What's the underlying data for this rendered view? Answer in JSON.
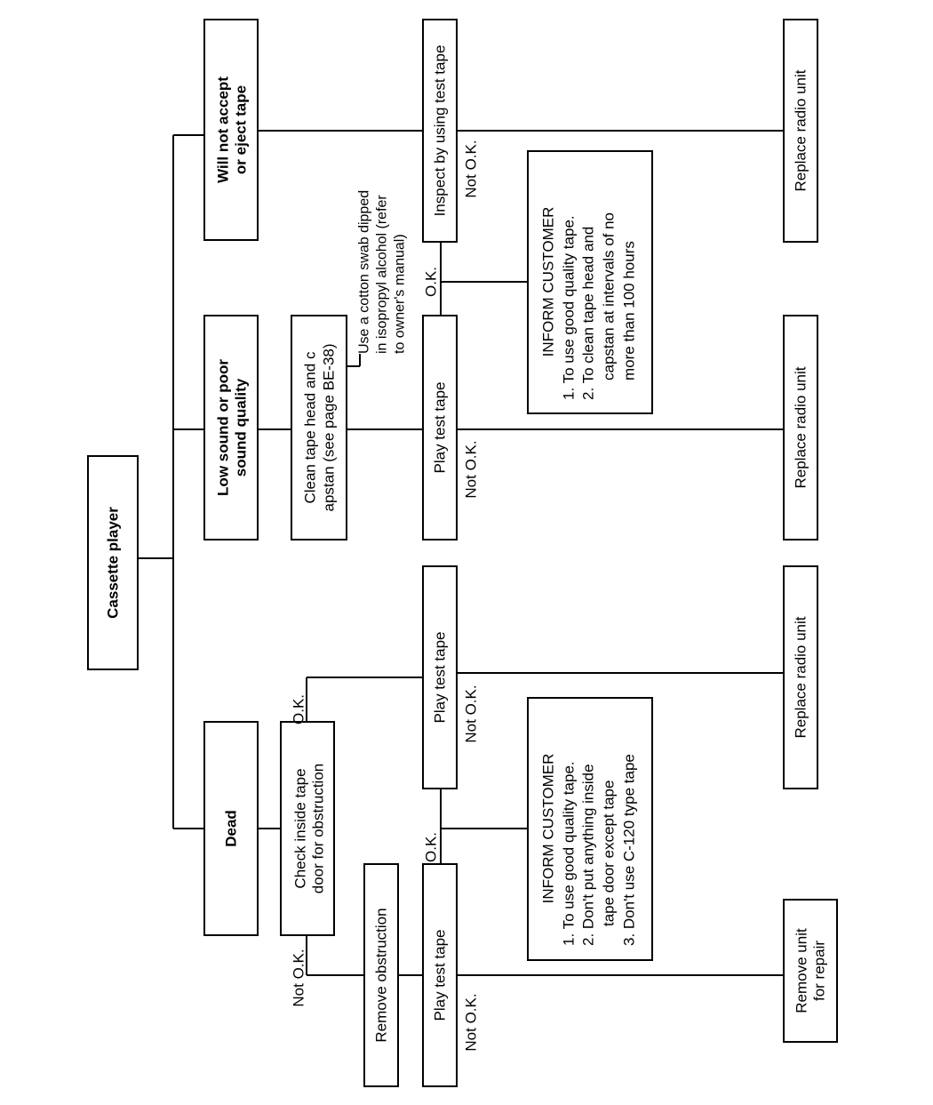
{
  "root": {
    "label": "Cassette player"
  },
  "symptoms": {
    "dead": {
      "label": "Dead"
    },
    "low_sound": {
      "lines": [
        "Low sound or poor",
        "sound quality"
      ]
    },
    "eject": {
      "lines": [
        "Will not accept",
        "or eject tape"
      ]
    }
  },
  "dead_branch": {
    "check": {
      "lines": [
        "Check inside tape",
        "door for obstruction"
      ]
    },
    "remove_obstruction": {
      "label": "Remove obstruction"
    },
    "play_test_tape_1": {
      "label": "Play test tape"
    },
    "play_test_tape_2": {
      "label": "Play test tape"
    },
    "inform": {
      "lines": [
        "INFORM CUSTOMER",
        "1. To use good quality tape.",
        "2. Don't put anything inside",
        "tape door except tape",
        "3. Don't use C-120 type tape"
      ]
    },
    "remove_unit": {
      "lines": [
        "Remove unit",
        "for repair"
      ]
    },
    "replace": {
      "label": "Replace radio unit"
    }
  },
  "low_sound_branch": {
    "clean": {
      "lines": [
        "Clean tape head and c",
        "apstan (see page BE-38)"
      ]
    },
    "note": {
      "lines": [
        "Use a cotton swab dipped",
        "in isopropyl alcohol (refer",
        "to owner's manual)"
      ]
    },
    "play_test_tape": {
      "label": "Play test tape"
    },
    "replace": {
      "label": "Replace radio unit"
    }
  },
  "eject_branch": {
    "inspect": {
      "label": "Inspect by using test tape"
    },
    "inform": {
      "lines": [
        "INFORM CUSTOMER",
        "1. To use good quality tape.",
        "2. To clean tape head and",
        "capstan at intervals of no",
        "more than 100 hours"
      ]
    },
    "replace": {
      "label": "Replace radio unit"
    }
  },
  "labels": {
    "ok": "O.K.",
    "not_ok": "Not O.K."
  }
}
